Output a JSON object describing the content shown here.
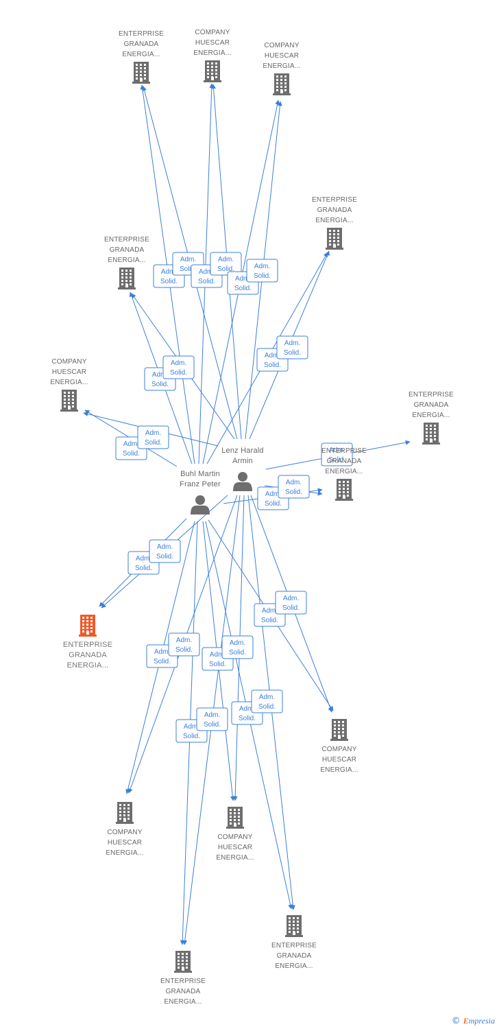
{
  "colors": {
    "edge": "#3b7fd9",
    "building": "#6e6e6e",
    "focus_building": "#f05a28",
    "person": "#6e6e6e",
    "label": "#666666"
  },
  "badge": {
    "line1": "Adm.",
    "line2": "Solid."
  },
  "persons": [
    {
      "id": "buhl",
      "lines": [
        "Buhl Martin",
        "Franz Peter"
      ],
      "icon": "person-icon"
    },
    {
      "id": "lenz",
      "lines": [
        "Lenz Harald",
        "Armin"
      ],
      "icon": "person-icon"
    }
  ],
  "companies": [
    {
      "id": "c1",
      "lines": [
        "ENTERPRISE",
        "GRANADA",
        "ENERGIA..."
      ],
      "icon": "building-icon",
      "focus": false
    },
    {
      "id": "c2",
      "lines": [
        "COMPANY",
        "HUESCAR",
        "ENERGIA..."
      ],
      "icon": "building-icon",
      "focus": false
    },
    {
      "id": "c3",
      "lines": [
        "COMPANY",
        "HUESCAR",
        "ENERGIA..."
      ],
      "icon": "building-icon",
      "focus": false
    },
    {
      "id": "c4",
      "lines": [
        "ENTERPRISE",
        "GRANADA",
        "ENERGIA..."
      ],
      "icon": "building-icon",
      "focus": false
    },
    {
      "id": "c5",
      "lines": [
        "ENTERPRISE",
        "GRANADA",
        "ENERGIA..."
      ],
      "icon": "building-icon",
      "focus": false
    },
    {
      "id": "c6",
      "lines": [
        "COMPANY",
        "HUESCAR",
        "ENERGIA..."
      ],
      "icon": "building-icon",
      "focus": false
    },
    {
      "id": "c7",
      "lines": [
        "ENTERPRISE",
        "GRANADA",
        "ENERGIA..."
      ],
      "icon": "building-icon",
      "focus": false
    },
    {
      "id": "c8",
      "lines": [
        "ENTERPRISE",
        "GRANADA",
        "ENERGIA..."
      ],
      "icon": "building-icon",
      "focus": false
    },
    {
      "id": "c9",
      "lines": [
        "ENTERPRISE",
        "GRANADA",
        "ENERGIA..."
      ],
      "icon": "building-icon",
      "focus": true
    },
    {
      "id": "c10",
      "lines": [
        "COMPANY",
        "HUESCAR",
        "ENERGIA..."
      ],
      "icon": "building-icon",
      "focus": false
    },
    {
      "id": "c11",
      "lines": [
        "COMPANY",
        "HUESCAR",
        "ENERGIA..."
      ],
      "icon": "building-icon",
      "focus": false
    },
    {
      "id": "c12",
      "lines": [
        "COMPANY",
        "HUESCAR",
        "ENERGIA..."
      ],
      "icon": "building-icon",
      "focus": false
    },
    {
      "id": "c13",
      "lines": [
        "ENTERPRISE",
        "GRANADA",
        "ENERGIA..."
      ],
      "icon": "building-icon",
      "focus": false
    },
    {
      "id": "c14",
      "lines": [
        "ENTERPRISE",
        "GRANADA",
        "ENERGIA..."
      ],
      "icon": "building-icon",
      "focus": false
    }
  ],
  "edges": [
    {
      "from": "buhl",
      "to": "c1"
    },
    {
      "from": "lenz",
      "to": "c1"
    },
    {
      "from": "buhl",
      "to": "c2"
    },
    {
      "from": "lenz",
      "to": "c2"
    },
    {
      "from": "buhl",
      "to": "c3"
    },
    {
      "from": "lenz",
      "to": "c3"
    },
    {
      "from": "buhl",
      "to": "c4"
    },
    {
      "from": "lenz",
      "to": "c4"
    },
    {
      "from": "buhl",
      "to": "c5"
    },
    {
      "from": "lenz",
      "to": "c5"
    },
    {
      "from": "buhl",
      "to": "c6"
    },
    {
      "from": "lenz",
      "to": "c6"
    },
    {
      "from": "lenz",
      "to": "c7"
    },
    {
      "from": "buhl",
      "to": "c8"
    },
    {
      "from": "lenz",
      "to": "c8"
    },
    {
      "from": "buhl",
      "to": "c9"
    },
    {
      "from": "lenz",
      "to": "c9"
    },
    {
      "from": "buhl",
      "to": "c10"
    },
    {
      "from": "lenz",
      "to": "c10"
    },
    {
      "from": "buhl",
      "to": "c11"
    },
    {
      "from": "lenz",
      "to": "c11"
    },
    {
      "from": "buhl",
      "to": "c12"
    },
    {
      "from": "lenz",
      "to": "c12"
    },
    {
      "from": "buhl",
      "to": "c13"
    },
    {
      "from": "lenz",
      "to": "c13"
    },
    {
      "from": "buhl",
      "to": "c14"
    },
    {
      "from": "lenz",
      "to": "c14"
    }
  ],
  "footer": {
    "copyright": "©",
    "brand_initial": "E",
    "brand_rest": "mpresia"
  }
}
